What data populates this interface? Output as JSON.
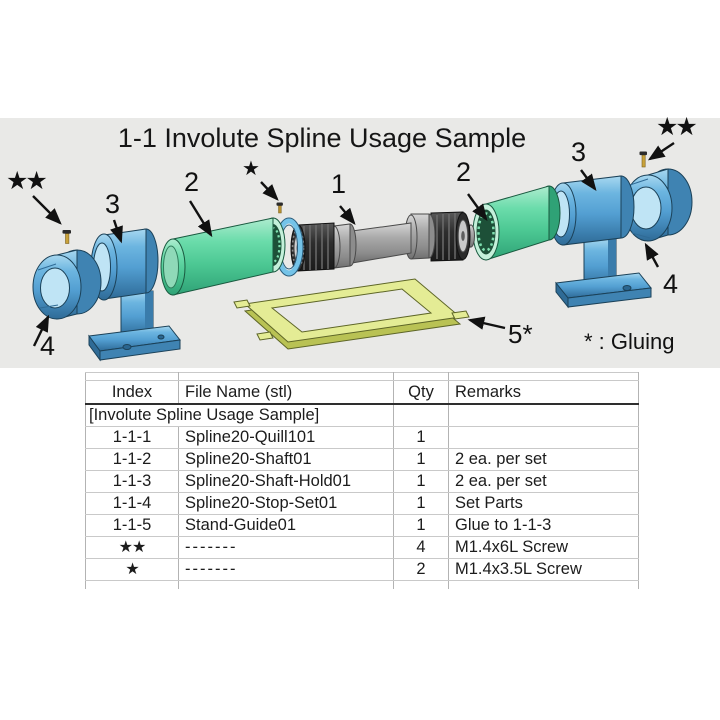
{
  "title": "1-1 Involute Spline Usage Sample",
  "diagram": {
    "gluing_note": "* : Gluing",
    "callouts": {
      "stars_left": "★★",
      "star_center": "★",
      "stars_right": "★★",
      "n1": "1",
      "n2_left": "2",
      "n2_right": "2",
      "n3_left": "3",
      "n3_right": "3",
      "n4_left": "4",
      "n4_right": "4",
      "n5": "5*"
    }
  },
  "table": {
    "headers": [
      "Index",
      "File Name (stl)",
      "Qty",
      "Remarks"
    ],
    "group_header": "[Involute Spline Usage Sample]",
    "rows": [
      {
        "index": "1-1-1",
        "file_name": "Spline20-Quill101",
        "qty": "1",
        "remarks": ""
      },
      {
        "index": "1-1-2",
        "file_name": "Spline20-Shaft01",
        "qty": "1",
        "remarks": "2 ea. per set"
      },
      {
        "index": "1-1-3",
        "file_name": "Spline20-Shaft-Hold01",
        "qty": "1",
        "remarks": "2 ea. per set"
      },
      {
        "index": "1-1-4",
        "file_name": "Spline20-Stop-Set01",
        "qty": "1",
        "remarks": "Set Parts"
      },
      {
        "index": "1-1-5",
        "file_name": "Stand-Guide01",
        "qty": "1",
        "remarks": "Glue to 1-1-3"
      },
      {
        "index": "★★",
        "file_name": "-------",
        "qty": "4",
        "remarks": "M1.4x6L Screw"
      },
      {
        "index": "★",
        "file_name": "-------",
        "qty": "2",
        "remarks": "M1.4x3.5L Screw"
      }
    ]
  },
  "colors": {
    "panel_bg": "#e9e9e7",
    "part_blue": "#5aaad9",
    "part_green": "#5cd9a2",
    "part_yellow": "#e4ec95",
    "part_gray": "#a9a9a9",
    "text": "#1c1c1c"
  }
}
